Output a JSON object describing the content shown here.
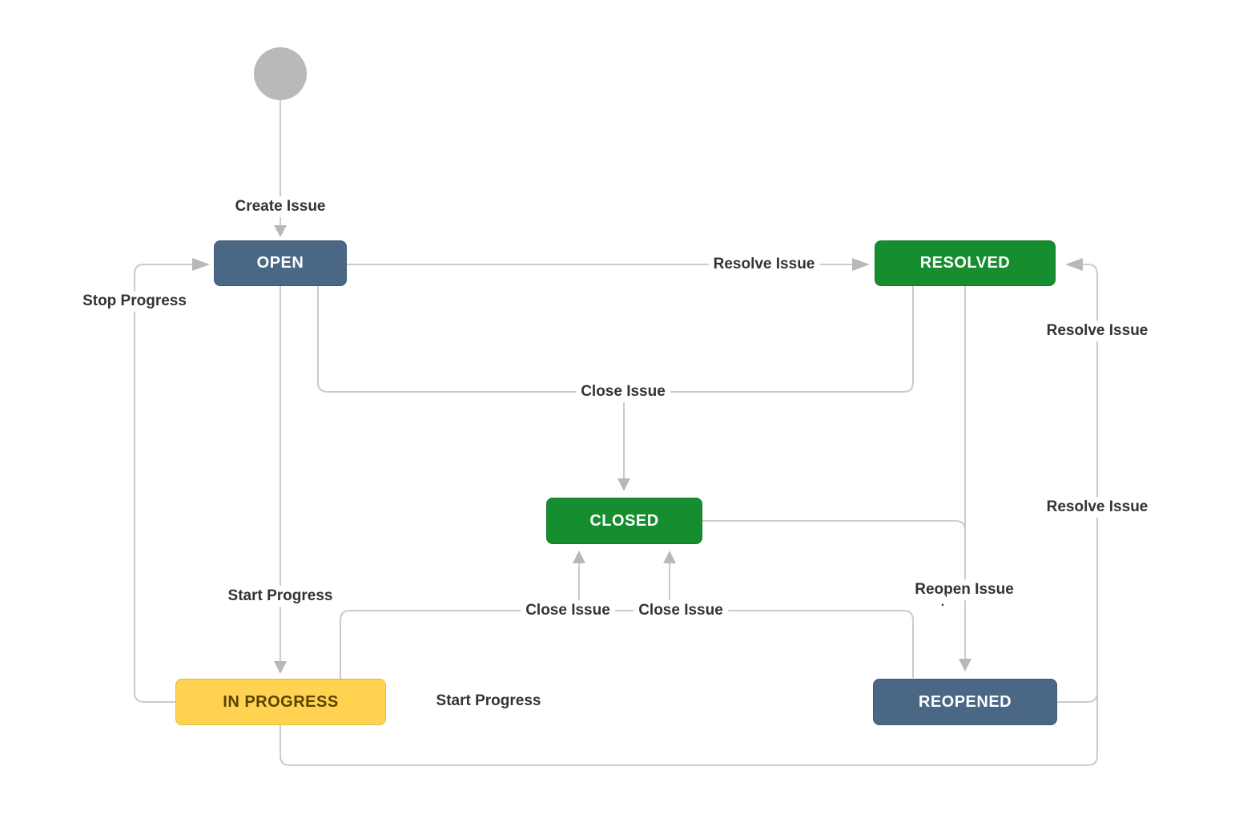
{
  "diagram_type": "issue-workflow-state-diagram",
  "palette": {
    "node_blue": "#4a6785",
    "node_green": "#168d2e",
    "node_yellow": "#ffd351",
    "yellow_node_text": "#594300",
    "node_text": "#ffffff",
    "connector_line": "#cbcbcb",
    "arrowhead": "#b8b8b8",
    "label_text": "#333333",
    "start_circle": "#b9b9b9",
    "background": "#ffffff"
  },
  "nodes": {
    "start": {
      "label": "",
      "shape": "circle"
    },
    "open": {
      "label": "OPEN",
      "color": "#4a6785"
    },
    "resolved": {
      "label": "RESOLVED",
      "color": "#168d2e"
    },
    "closed": {
      "label": "CLOSED",
      "color": "#168d2e"
    },
    "in_progress": {
      "label": "IN PROGRESS",
      "color": "#ffd351"
    },
    "reopened": {
      "label": "REOPENED",
      "color": "#4a6785"
    }
  },
  "transitions": {
    "create_issue": {
      "label": "Create Issue",
      "from": "start",
      "to": "OPEN"
    },
    "resolve_from_open": {
      "label": "Resolve Issue",
      "from": "OPEN",
      "to": "RESOLVED"
    },
    "stop_progress": {
      "label": "Stop Progress",
      "from": "IN PROGRESS",
      "to": "OPEN"
    },
    "start_progress_from_open": {
      "label": "Start Progress",
      "from": "OPEN",
      "to": "IN PROGRESS"
    },
    "close_from_open_and_resolved": {
      "label": "Close Issue",
      "from": "OPEN / RESOLVED",
      "to": "CLOSED"
    },
    "close_from_in_progress": {
      "label": "Close Issue",
      "from": "IN PROGRESS",
      "to": "CLOSED"
    },
    "close_from_reopened": {
      "label": "Close Issue",
      "from": "REOPENED",
      "to": "CLOSED"
    },
    "reopen_issue": {
      "label": "Reopen Issue",
      "dot": ".",
      "from": "RESOLVED / CLOSED",
      "to": "REOPENED"
    },
    "resolve_from_reopened": {
      "label": "Resolve Issue",
      "from": "REOPENED",
      "to": "RESOLVED"
    },
    "resolve_from_in_progress": {
      "label": "Resolve Issue",
      "from": "IN PROGRESS",
      "to": "RESOLVED"
    },
    "start_progress_from_reopened": {
      "label": "Start Progress",
      "from": "REOPENED",
      "to": "IN PROGRESS"
    }
  }
}
